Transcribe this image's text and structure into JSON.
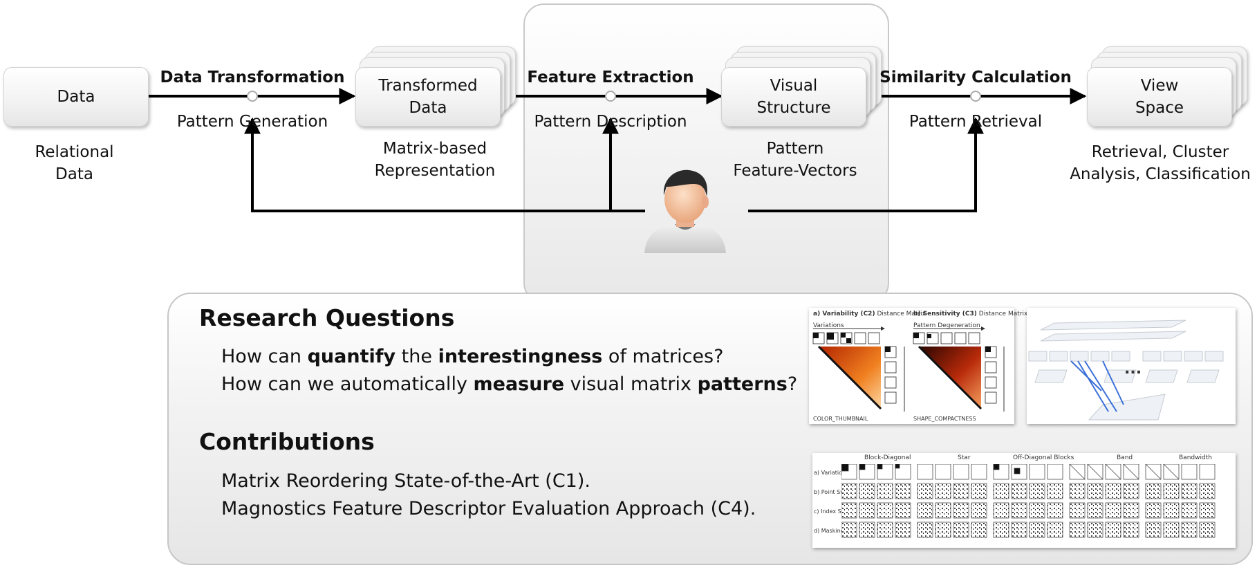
{
  "pipeline": {
    "boxes": {
      "data": "Data",
      "transformed": "Transformed\nData",
      "visual": "Visual\nStructure",
      "view": "View\nSpace"
    },
    "captions": {
      "data": "Relational\nData",
      "transformed": "Matrix-based\nRepresentation",
      "visual": "Pattern\nFeature-Vectors",
      "view": "Retrieval, Cluster\nAnalysis, Classification"
    },
    "steps": [
      {
        "title": "Data Transformation",
        "subtitle": "Pattern Generation"
      },
      {
        "title": "Feature Extraction",
        "subtitle": "Pattern Description"
      },
      {
        "title": "Similarity Calculation",
        "subtitle": "Pattern Retrieval"
      }
    ],
    "icons": {
      "user": "user-avatar-icon"
    }
  },
  "research": {
    "questions_heading": "Research Questions",
    "q1": {
      "a": "How can ",
      "b": "quantify",
      "c": " the ",
      "d": "interestingness",
      "e": " of matrices?"
    },
    "q2": {
      "a": "How can we automatically ",
      "b": "measure",
      "c": " visual matrix ",
      "d": "patterns",
      "e": "?"
    },
    "contributions_heading": "Contributions",
    "contributions": [
      "Matrix Reordering State-of-the-Art (C1).",
      "Magnostics Feature Descriptor Evaluation Approach (C4)."
    ]
  },
  "figures": {
    "variability": {
      "title_bold": "a) Variability (C2)",
      "title_rest": "Distance Matrix",
      "arrow_label": "Variations",
      "footer": "COLOR_THUMBNAIL"
    },
    "sensitivity": {
      "title_bold": "b) Sensitivity (C3)",
      "title_rest": "Distance Matrix",
      "arrow_label": "Pattern Degeneration",
      "footer": "SHAPE_COMPACTNESS"
    },
    "ellipsis": "...",
    "grid": {
      "columns": [
        "Block-Diagonal",
        "Star",
        "Off-Diagonal Blocks",
        "Band",
        "Bandwidth"
      ],
      "rows": [
        "a) Variations",
        "b) Point Swap",
        "c) Index Swap",
        "d) Masking"
      ]
    }
  },
  "colors": {
    "accent_blue": "#3a6fd8",
    "heat_dark": "#1a0400",
    "heat_light": "#fbd3a0"
  }
}
